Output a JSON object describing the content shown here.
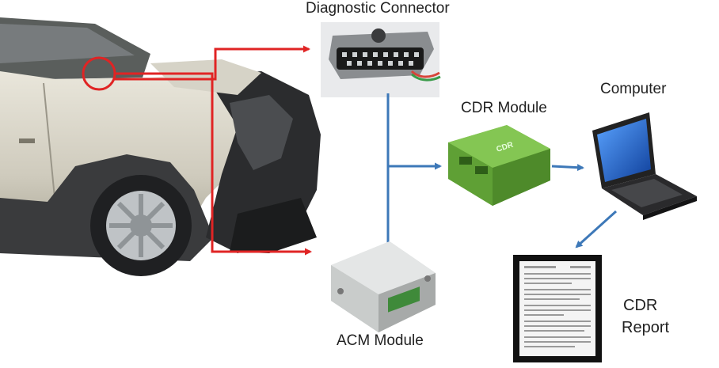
{
  "labels": {
    "diagnostic_connector": "Diagnostic Connector",
    "cdr_module": "CDR Module",
    "computer": "Computer",
    "acm_module": "ACM Module",
    "cdr_report_line1": "CDR",
    "cdr_report_line2": "Report"
  },
  "device_text": {
    "cdr_box_logo": "CDR"
  },
  "colors": {
    "arrow_red": "#e02424",
    "arrow_blue": "#3d78b8",
    "cdr_box_green": "#6db33f",
    "laptop_screen": "#1f63c7"
  }
}
